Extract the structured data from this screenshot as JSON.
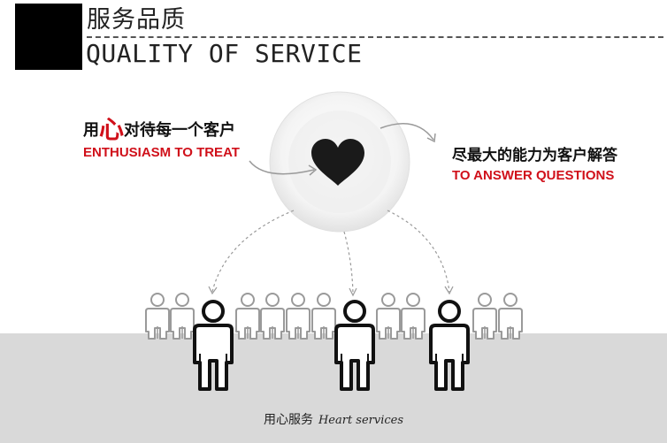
{
  "header": {
    "title_cn": "服务品质",
    "title_en": "QUALITY OF SERVICE"
  },
  "left_callout": {
    "cn_prefix": "用",
    "cn_heart": "心",
    "cn_suffix": "对待每一个客户",
    "en": "ENTHUSIASM TO TREAT"
  },
  "right_callout": {
    "cn": "尽最大的能力为客户解答",
    "en": "TO ANSWER QUESTIONS"
  },
  "caption": {
    "cn": "用心服务",
    "en": "Heart services"
  },
  "colors": {
    "accent_red": "#d0101a",
    "ground": "#d9d9d9",
    "heart": "#1a1a1a"
  },
  "icons": [
    "heart-icon",
    "person-icon",
    "curved-arrow-icon"
  ]
}
